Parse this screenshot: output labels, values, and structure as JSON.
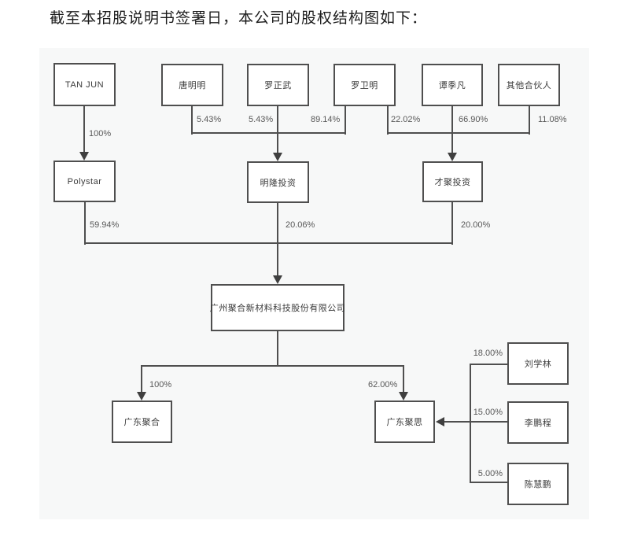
{
  "title": "截至本招股说明书签署日，本公司的股权结构图如下：",
  "chart_data": {
    "type": "org-ownership-diagram",
    "nodes": {
      "tan_jun": "TAN JUN",
      "tang_mingming": "唐明明",
      "luo_zhengwu": "罗正武",
      "luo_weiming": "罗卫明",
      "tan_jifan": "谭季凡",
      "other_partners": "其他合伙人",
      "polystar": "Polystar",
      "minglong": "明隆投资",
      "caiju": "才聚投资",
      "company": "广州聚合新材料科技股份有限公司",
      "gd_juhe": "广东聚合",
      "gd_jusi": "广东聚思",
      "liu_xuelin": "刘学林",
      "li_pengcheng": "李鹏程",
      "chen_huipeng": "陈慧鹏"
    },
    "edges": [
      {
        "from": "TAN JUN",
        "to": "Polystar",
        "label": "100%"
      },
      {
        "from": "唐明明",
        "to": "明隆投资",
        "label": "5.43%"
      },
      {
        "from": "罗正武",
        "to": "明隆投资",
        "label": "5.43%"
      },
      {
        "from": "罗卫明",
        "to": "明隆投资",
        "label": "89.14%"
      },
      {
        "from": "罗卫明",
        "to": "才聚投资",
        "label": "22.02%"
      },
      {
        "from": "谭季凡",
        "to": "才聚投资",
        "label": "66.90%"
      },
      {
        "from": "其他合伙人",
        "to": "才聚投资",
        "label": "11.08%"
      },
      {
        "from": "Polystar",
        "to": "广州聚合新材料科技股份有限公司",
        "label": "59.94%"
      },
      {
        "from": "明隆投资",
        "to": "广州聚合新材料科技股份有限公司",
        "label": "20.06%"
      },
      {
        "from": "才聚投资",
        "to": "广州聚合新材料科技股份有限公司",
        "label": "20.00%"
      },
      {
        "from": "广州聚合新材料科技股份有限公司",
        "to": "广东聚合",
        "label": "100%"
      },
      {
        "from": "广州聚合新材料科技股份有限公司",
        "to": "广东聚思",
        "label": "62.00%"
      },
      {
        "from": "刘学林",
        "to": "广东聚思",
        "label": "18.00%"
      },
      {
        "from": "李鹏程",
        "to": "广东聚思",
        "label": "15.00%"
      },
      {
        "from": "陈慧鹏",
        "to": "广东聚思",
        "label": "5.00%"
      }
    ],
    "colors": {
      "panel_bg": "#f7f8f8",
      "box_fill": "#ffffff",
      "box_border": "#4f4f4f",
      "line": "#4f4f4f",
      "node_text": "#3b3b3b",
      "percent_text": "#585858",
      "title_text": "#1b1b1b"
    }
  }
}
